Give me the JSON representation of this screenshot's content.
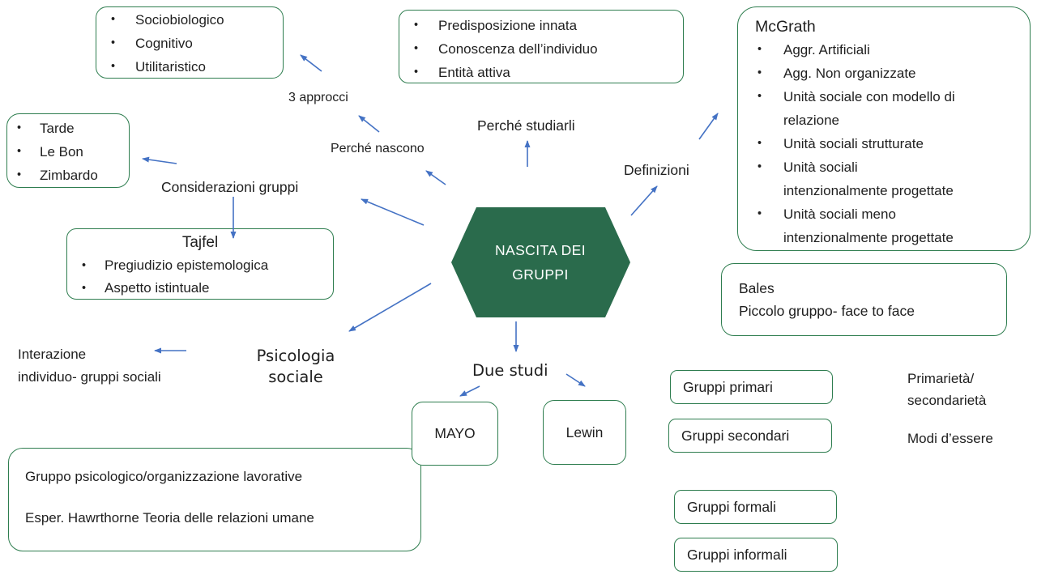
{
  "slide": {
    "center_hexagon": {
      "line1": "NASCITA DEI",
      "line2": "GRUPPI"
    },
    "labels": {
      "tre_approcci": "3 approcci",
      "perche_nascono": "Perché nascono",
      "considerazioni_gruppi": "Considerazioni gruppi",
      "perche_studiarli": "Perché studiarli",
      "definizioni": "Definizioni",
      "psicologia_line1": "Psicologia",
      "psicologia_line2": "sociale",
      "interazione_line1": "Interazione",
      "interazione_line2": "individuo- gruppi sociali",
      "due_studi": "Due studi",
      "primarieta_line1": "Primarietà/",
      "primarieta_line2": "secondarietà",
      "modi_dessere": "Modi d’essere"
    },
    "boxes": {
      "approcci": {
        "items": [
          "Sociobiologico",
          "Cognitivo",
          "Utilitaristico"
        ]
      },
      "autori_folla": {
        "items": [
          "Tarde",
          "Le Bon",
          "Zimbardo"
        ]
      },
      "tajfel": {
        "title": "Tajfel",
        "items": [
          "Pregiudizio epistemologica",
          "Aspetto istintuale"
        ]
      },
      "motivi_studio": {
        "items": [
          "Predisposizione innata",
          "Conoscenza dell’individuo",
          "Entità attiva"
        ]
      },
      "mcgrath": {
        "title": "McGrath",
        "items": [
          "Aggr. Artificiali",
          "Agg. Non organizzate",
          "Unità sociale con modello di\nrelazione",
          "Unità sociali strutturate",
          "Unità sociali\nintenzionalmente progettate",
          "Unità sociali meno\nintenzionalmente  progettate"
        ]
      },
      "bales": {
        "line1": "Bales",
        "line2": "Piccolo gruppo- face to face"
      },
      "mayo": {
        "label": "MAYO"
      },
      "lewin": {
        "label": "Lewin"
      },
      "gruppi_primari": {
        "label": "Gruppi primari"
      },
      "gruppi_secondari": {
        "label": "Gruppi secondari"
      },
      "gruppi_formali": {
        "label": "Gruppi formali"
      },
      "gruppi_informali": {
        "label": "Gruppi informali"
      },
      "mayo_detail": {
        "line1": "Gruppo psicologico/organizzazione lavorative",
        "line2": "Esper. Hawrthorne  Teoria delle relazioni umane"
      }
    },
    "colors": {
      "hexagon_fill": "#2a6b4c",
      "box_border": "#2e7d4f",
      "arrow": "#4472c4"
    }
  }
}
